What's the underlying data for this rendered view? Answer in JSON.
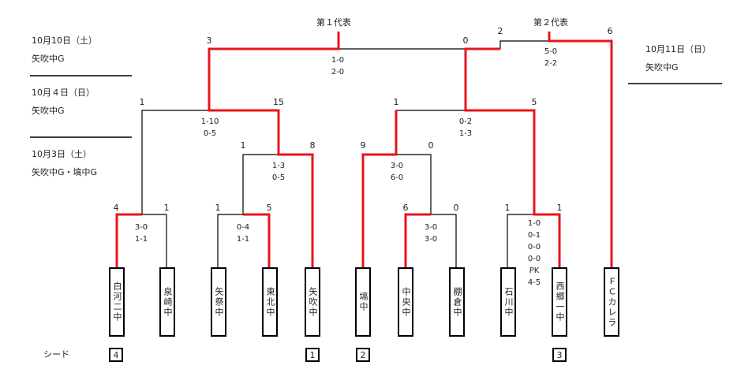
{
  "rep_labels": [
    "第１代表",
    "第２代表"
  ],
  "dates": [
    {
      "date": "10月10日（土）",
      "venue": "矢吹中G"
    },
    {
      "date": "10月４日（日）",
      "venue": "矢吹中G"
    },
    {
      "date": "10月3日（土）",
      "venue": "矢吹中G・塙中G"
    },
    {
      "date": "10月11日（日）",
      "venue": "矢吹中G"
    }
  ],
  "teams": [
    "白河二中",
    "泉崎中",
    "矢祭中",
    "東北中",
    "矢吹中",
    "塙中",
    "中央中",
    "棚倉中",
    "石川中",
    "西郷一中",
    "ＦＣカレラ"
  ],
  "seed_label": "シード",
  "seeds": [
    "4",
    "1",
    "2",
    "3"
  ],
  "scores": {
    "r1_m1": [
      "4",
      "1"
    ],
    "r1_m2": [
      "1",
      "5"
    ],
    "r1_m3": [
      "6",
      "0"
    ],
    "r1_m4": [
      "1",
      "1"
    ],
    "qf_m1": [
      "1",
      "8"
    ],
    "qf_m2": [
      "9",
      "0"
    ],
    "sf_m1": [
      "1",
      "15"
    ],
    "sf_m2": [
      "1",
      "5"
    ],
    "f_m1": [
      "3",
      "0"
    ],
    "f_m2": [
      "2",
      "6"
    ]
  },
  "halves": {
    "r1_m1": [
      "3-0",
      "1-1"
    ],
    "r1_m2": [
      "0-4",
      "1-1"
    ],
    "r1_m3": [
      "3-0",
      "3-0"
    ],
    "r1_m4": [
      "1-0",
      "0-1",
      "0-0",
      "0-0",
      "PK",
      "4-5"
    ],
    "qf_m1": [
      "1-3",
      "0-5"
    ],
    "qf_m2": [
      "3-0",
      "6-0"
    ],
    "sf_m1": [
      "1-10",
      "0-5"
    ],
    "sf_m2": [
      "0-2",
      "1-3"
    ],
    "f_m1": [
      "1-0",
      "2-0"
    ],
    "f_m2": [
      "5-0",
      "2-2"
    ]
  },
  "colors": {
    "winner": "#e8141b",
    "line": "#000000"
  }
}
